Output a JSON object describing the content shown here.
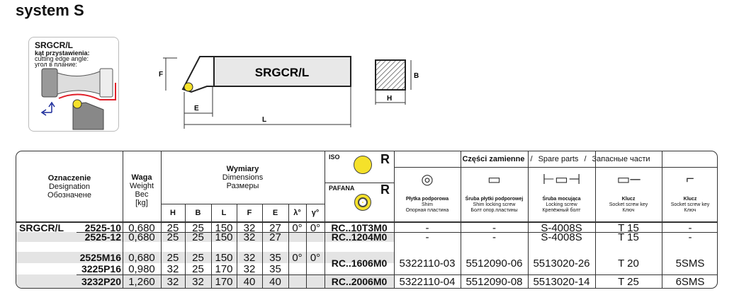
{
  "title": "system S",
  "side": {
    "code": "SRGCR/L",
    "pl": "kąt przystawienia:",
    "en": "cutting edge angle:",
    "ru": "угол в плание:"
  },
  "drawing": {
    "label": "SRGCR/L",
    "dims": {
      "F": "F",
      "E": "E",
      "L": "L",
      "B": "B",
      "H": "H"
    }
  },
  "colors": {
    "insert": "#f5e12a",
    "accent_red": "#e0202a",
    "arrow_blue": "#1a2a9a"
  },
  "header": {
    "designation": {
      "pl": "Oznaczenie",
      "en": "Designation",
      "ru": "Обозначене"
    },
    "weight": {
      "pl": "Waga",
      "en": "Weight",
      "ru": "Вес",
      "unit": "[kg]"
    },
    "dims": {
      "pl": "Wymiary",
      "en": "Dimensions",
      "ru": "Размеры",
      "cols": [
        "H",
        "B",
        "L",
        "F",
        "E",
        "λ",
        "γ"
      ]
    },
    "iso": {
      "label": "ISO",
      "letter": "R"
    },
    "pafana": {
      "label": "PAFANA",
      "letter": "R"
    },
    "spare": {
      "pl": "Części zamienne",
      "sep": "/",
      "en": "Spare parts",
      "ru": "Запасные части"
    },
    "parts": [
      {
        "pl": "Płytka podporowa",
        "en": "Shim",
        "ru": "Опорная пластина"
      },
      {
        "pl": "Śruba płytki podporowej",
        "en": "Shim locking screw",
        "ru": "Болт опор.пластины"
      },
      {
        "pl": "Śruba mocująca",
        "en": "Locking screw",
        "ru": "Крепёжный болт"
      },
      {
        "pl": "Klucz",
        "en": "Socket screw key",
        "ru": "Ключ"
      },
      {
        "pl": "Klucz",
        "en": "Socket screw key",
        "ru": "Ключ"
      }
    ]
  },
  "prefix": "SRGCR/L",
  "rows": [
    {
      "code": "2525-10",
      "w": "0,680",
      "H": "25",
      "B": "25",
      "L": "150",
      "F": "32",
      "E": "27",
      "lam": "0°",
      "gam": "0°"
    },
    {
      "code": "2525-12",
      "w": "0,680",
      "H": "25",
      "B": "25",
      "L": "150",
      "F": "32",
      "E": "27",
      "lam": "",
      "gam": ""
    },
    {
      "code": "",
      "w": "",
      "H": "",
      "B": "",
      "L": "",
      "F": "",
      "E": "",
      "lam": "",
      "gam": ""
    },
    {
      "code": "2525M16",
      "w": "0,680",
      "H": "25",
      "B": "25",
      "L": "150",
      "F": "32",
      "E": "35",
      "lam": "0°",
      "gam": "0°"
    },
    {
      "code": "3225P16",
      "w": "0,980",
      "H": "32",
      "B": "25",
      "L": "170",
      "F": "32",
      "E": "35",
      "lam": "",
      "gam": ""
    },
    {
      "code": "3232P20",
      "w": "1,260",
      "H": "32",
      "B": "32",
      "L": "170",
      "F": "40",
      "E": "40",
      "lam": "",
      "gam": ""
    }
  ],
  "groups": [
    {
      "insert": "RC..10T3M0",
      "parts": [
        "-",
        "-",
        "S-4008S",
        "T 15",
        "-"
      ]
    },
    {
      "insert": "RC..1204M0",
      "parts": [
        "-",
        "-",
        "S-4008S",
        "T 15",
        "-"
      ]
    },
    {
      "insert": "RC..1606M0",
      "parts": [
        "5322110-03",
        "5512090-06",
        "5513020-26",
        "T 20",
        "5SMS"
      ]
    },
    {
      "insert": "RC..2006M0",
      "parts": [
        "5322110-04",
        "5512090-08",
        "5513020-14",
        "T 25",
        "6SMS"
      ]
    }
  ]
}
